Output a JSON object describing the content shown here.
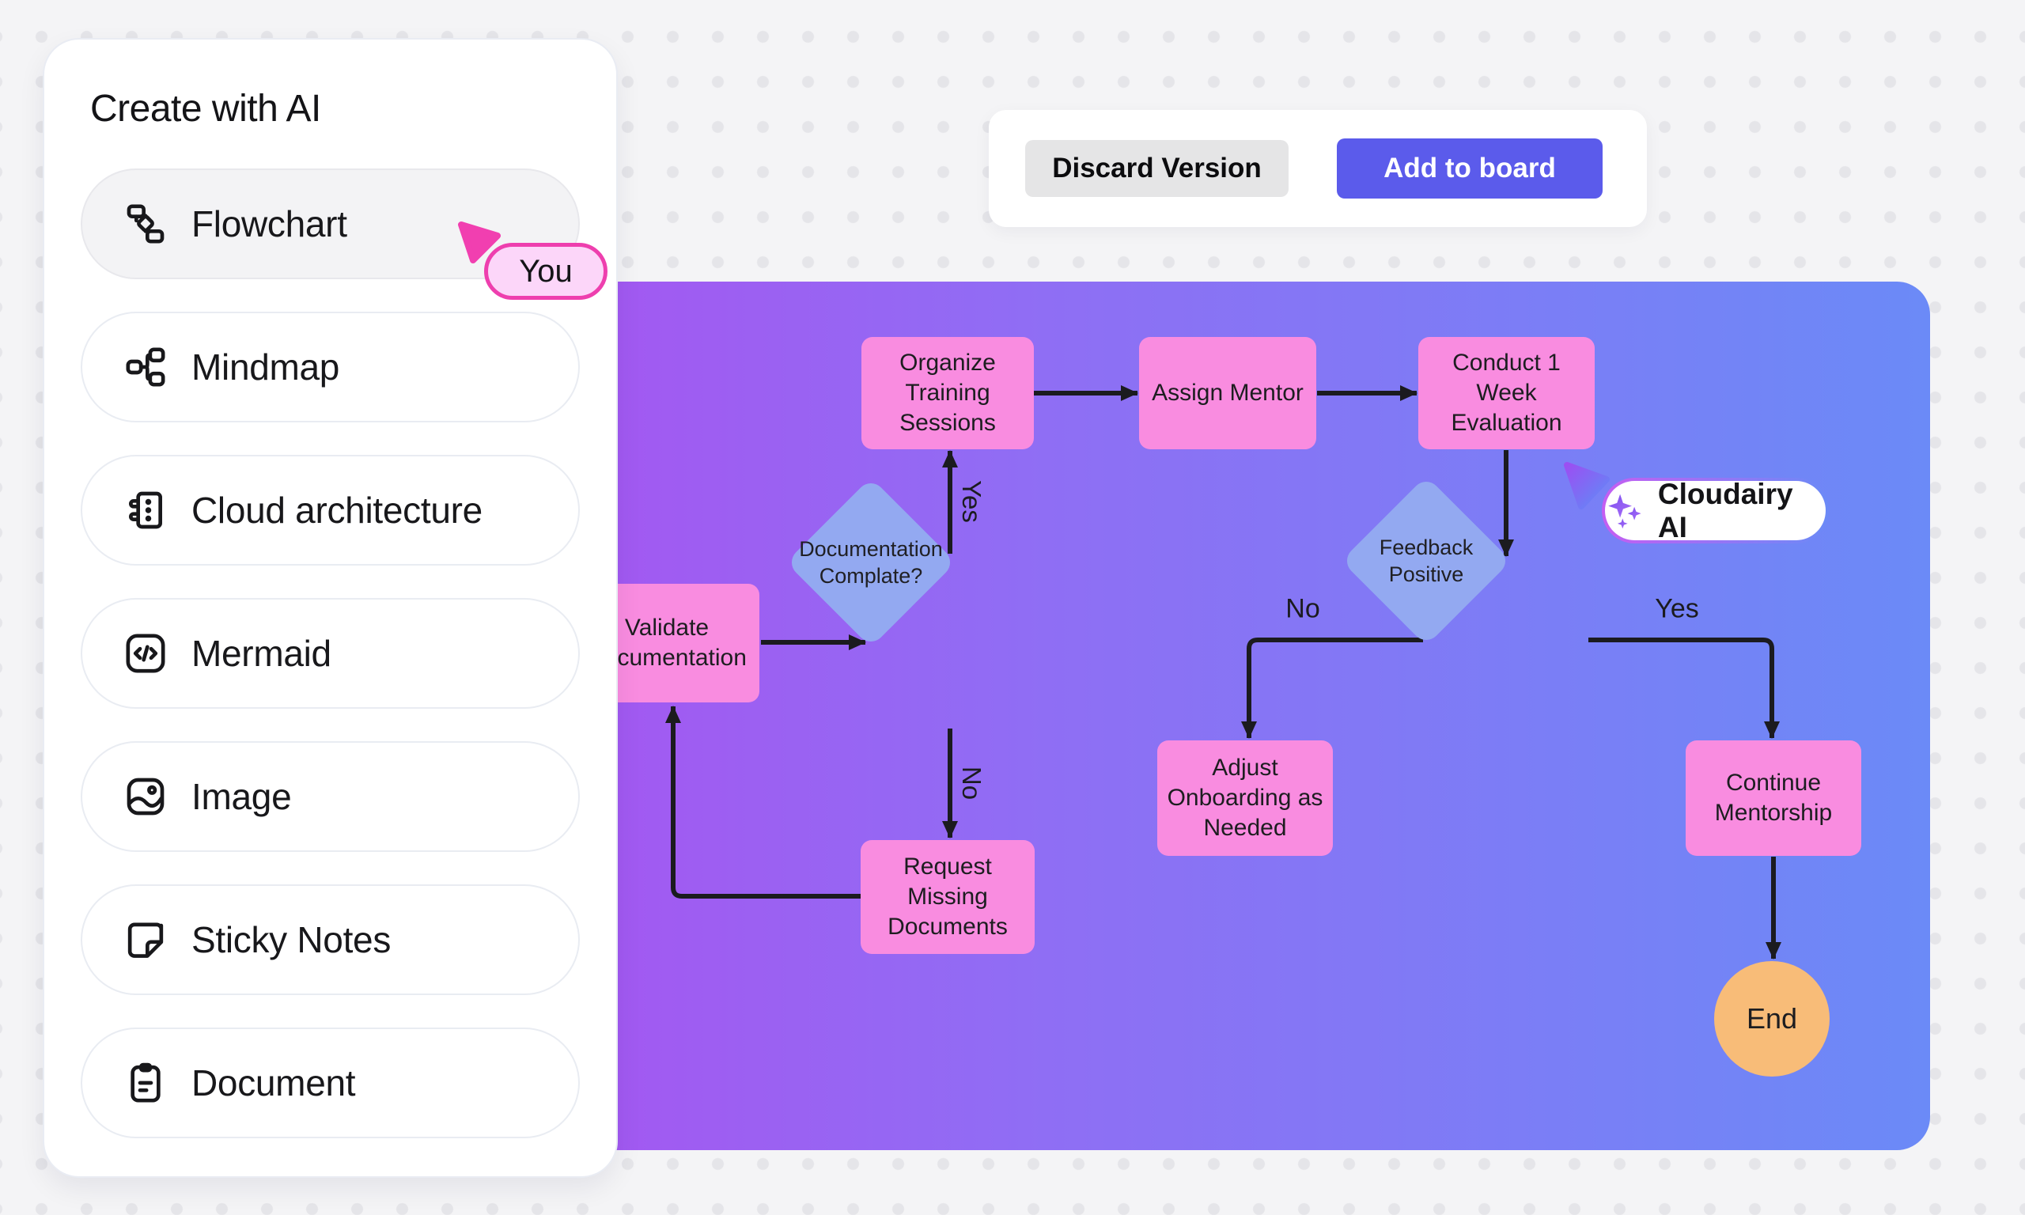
{
  "panel": {
    "title": "Create with AI",
    "items": [
      {
        "label": "Flowchart",
        "icon": "flowchart-icon",
        "active": true
      },
      {
        "label": "Mindmap",
        "icon": "mindmap-icon",
        "active": false
      },
      {
        "label": "Cloud architecture",
        "icon": "cloud-architecture-icon",
        "active": false
      },
      {
        "label": "Mermaid",
        "icon": "mermaid-icon",
        "active": false
      },
      {
        "label": "Image",
        "icon": "image-icon",
        "active": false
      },
      {
        "label": "Sticky Notes",
        "icon": "sticky-notes-icon",
        "active": false
      },
      {
        "label": "Document",
        "icon": "document-icon",
        "active": false
      }
    ]
  },
  "toolbar": {
    "discard_label": "Discard Version",
    "add_label": "Add to board"
  },
  "cursors": {
    "you": {
      "label": "You"
    },
    "ai": {
      "label": "Cloudairy AI"
    }
  },
  "diagram": {
    "nodes": {
      "organize": {
        "label": "Organize Training Sessions",
        "type": "process"
      },
      "assign": {
        "label": "Assign Mentor",
        "type": "process"
      },
      "conduct": {
        "label": "Conduct 1 Week Evaluation",
        "type": "process"
      },
      "validate": {
        "label": "Validate Documentation",
        "type": "process"
      },
      "doc_complete": {
        "label": "Documentation Complate?",
        "type": "decision"
      },
      "request": {
        "label": "Request Missing Documents",
        "type": "process"
      },
      "feedback": {
        "label": "Feedback Positive",
        "type": "decision"
      },
      "adjust": {
        "label": "Adjust Onboarding as Needed",
        "type": "process"
      },
      "continue": {
        "label": "Continue Mentorship",
        "type": "process"
      },
      "end": {
        "label": "End",
        "type": "terminator"
      }
    },
    "edge_labels": {
      "doc_yes": "Yes",
      "doc_no": "No",
      "feedback_no": "No",
      "feedback_yes": "Yes"
    }
  },
  "colors": {
    "process_fill": "#f98ce0",
    "decision_fill": "#93a9f1",
    "terminator_fill": "#f8bc78",
    "arrow": "#1b1b1f",
    "frame_gradient_start": "#a457f1",
    "frame_gradient_end": "#6b8af7",
    "add_button": "#5b5beb",
    "discard_button": "#e5e5e6",
    "you_tag_border": "#ee3fae",
    "you_tag_fill": "#fcd6f9",
    "background": "#f4f4f6"
  }
}
